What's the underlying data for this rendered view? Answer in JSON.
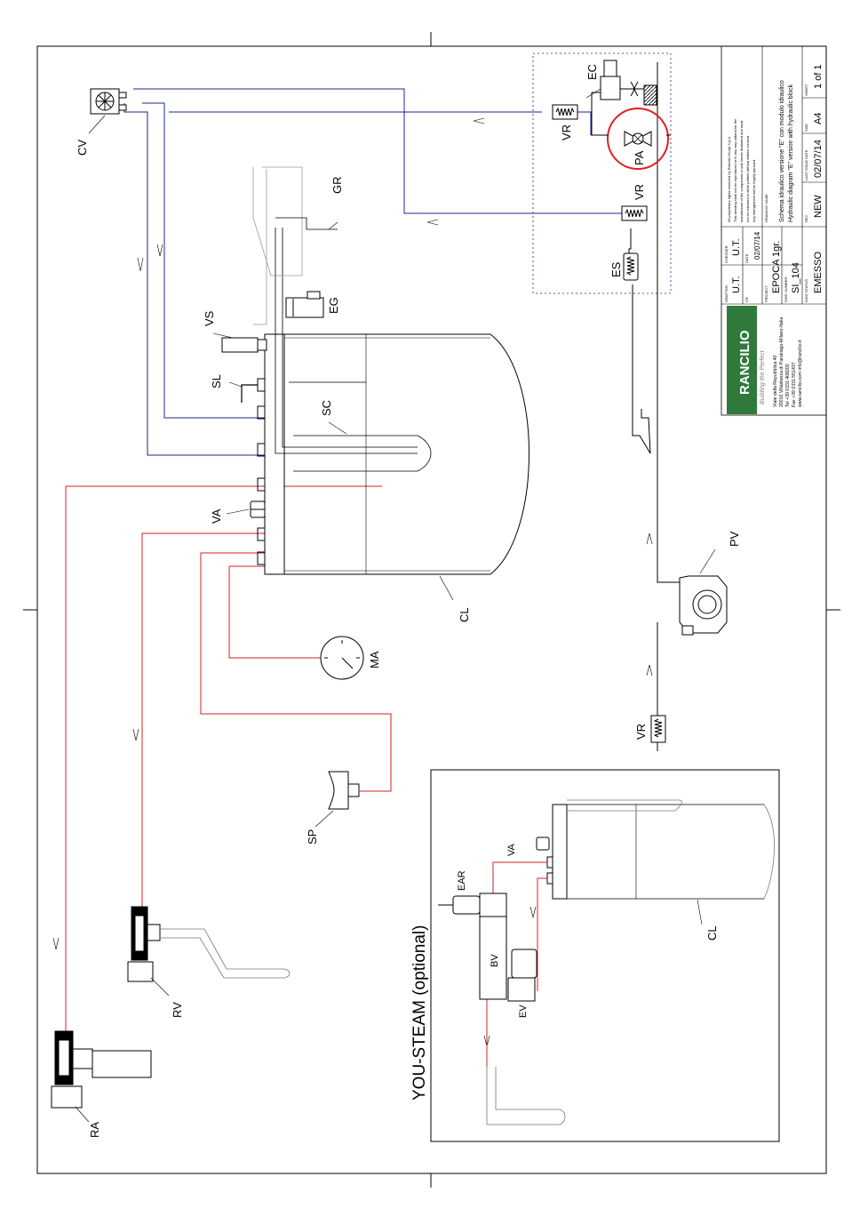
{
  "labels": {
    "cv": "CV",
    "gr": "GR",
    "eg": "EG",
    "vs": "VS",
    "sl": "SL",
    "sc": "SC",
    "va": "VA",
    "cl": "CL",
    "ma": "MA",
    "sp": "SP",
    "rv": "RV",
    "ra": "RA",
    "ec": "EC",
    "pa": "PA",
    "vr_top": "VR",
    "vr_mid": "VR",
    "vr_bottom": "VR",
    "es": "ES",
    "pv": "PV",
    "ear": "EAR",
    "bv": "BV",
    "ev": "EV",
    "va2": "VA",
    "cl2": "CL"
  },
  "optional_title": "YOU-STEAM (optional)",
  "title_block": {
    "copyright": [
      "All proprietary rights reserved by Rancilio Group S.p.A.",
      "This drawing shall not be reproduced or in any way utilized for the",
      "manufacture of the component or unit herein illustrated and must",
      "not be released to other parties without written consent.",
      "Any infringement will be legally pursued."
    ],
    "brand": "RANCILIO",
    "tagline": "Building the Perfect",
    "address": [
      "Viale della Repubblica 40",
      "20010 Villastanza di Parabiago-Milano-Italia",
      "Tel +39 0331 408200",
      "Fax +39 0331 551437",
      "www.rancilio.com     info@rancilio.it"
    ],
    "drafter_label": "DRAFTER",
    "drafter": "U.T.",
    "checker_label": "CHECKER",
    "checker": "U.T.",
    "cr_label": "CR",
    "date_label": "DATE",
    "date": "02/07/14",
    "project_label": "PROJECT",
    "project": "EPOCA 1gr.",
    "dwg_number_label": "DWG NUMBER",
    "dwg_number": "SI_104",
    "dwg_status_label": "DWG STATUS",
    "dwg_status": "EMESSO",
    "drawing_name_label": "DRAWING NAME",
    "drawing_name_it": "Schema idraulico versione \"E\" con modulo idraulico",
    "drawing_name_en": "Hydraulic diagram \"E\" version with hydraulic block",
    "rev_label": "REV",
    "rev": "NEW",
    "last_issue_label": "LAST ISSUE DATE",
    "last_issue": "02/07/14",
    "size_label": "SIZE",
    "size": "A4",
    "sheet_label": "SHEET",
    "sheet": "1 of 1"
  },
  "colors": {
    "water_line": "#1a2a8c",
    "steam_line": "#d42020",
    "pump_highlight": "#e02020",
    "logo_bg": "#2f7a3a"
  }
}
